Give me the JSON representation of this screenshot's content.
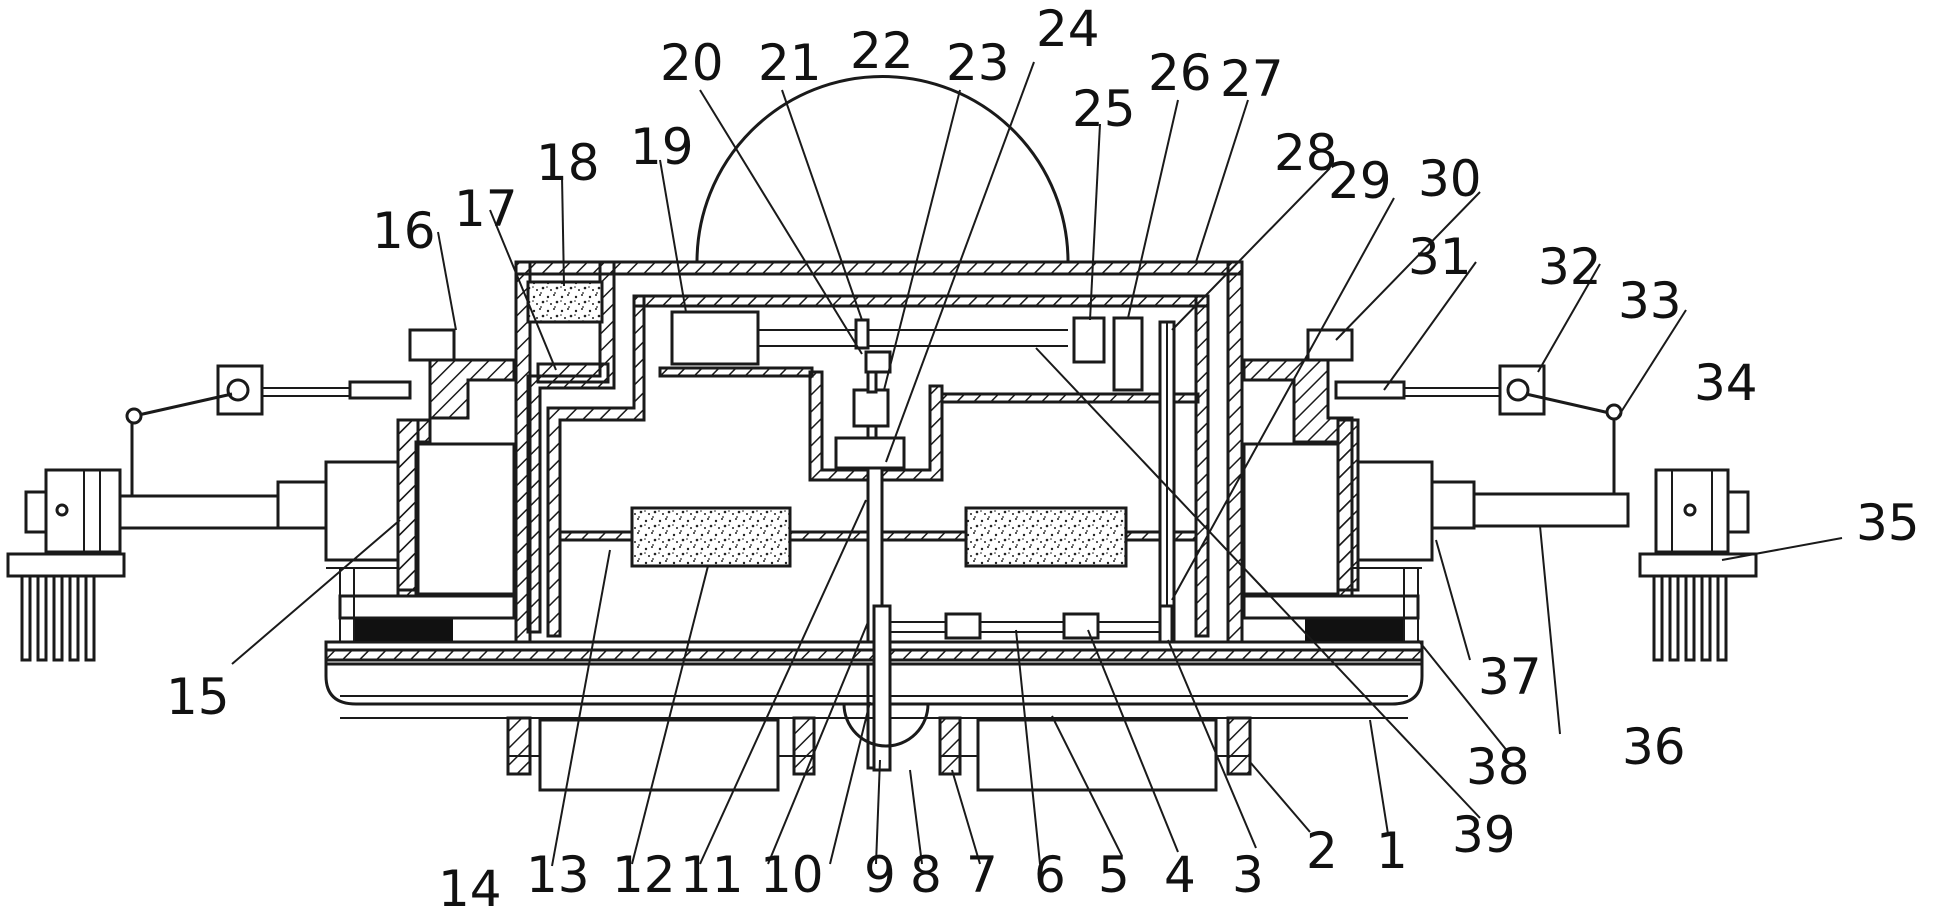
{
  "figure": {
    "labels": [
      "1",
      "2",
      "3",
      "4",
      "5",
      "6",
      "7",
      "8",
      "9",
      "10",
      "11",
      "12",
      "13",
      "14",
      "15",
      "16",
      "17",
      "18",
      "19",
      "20",
      "21",
      "22",
      "23",
      "24",
      "25",
      "26",
      "27",
      "28",
      "29",
      "30",
      "31",
      "32",
      "33",
      "34",
      "35",
      "36",
      "37",
      "38",
      "39"
    ]
  },
  "colors": {
    "line": "#1a1a1a",
    "background": "#ffffff",
    "dark_fill": "#111111"
  }
}
